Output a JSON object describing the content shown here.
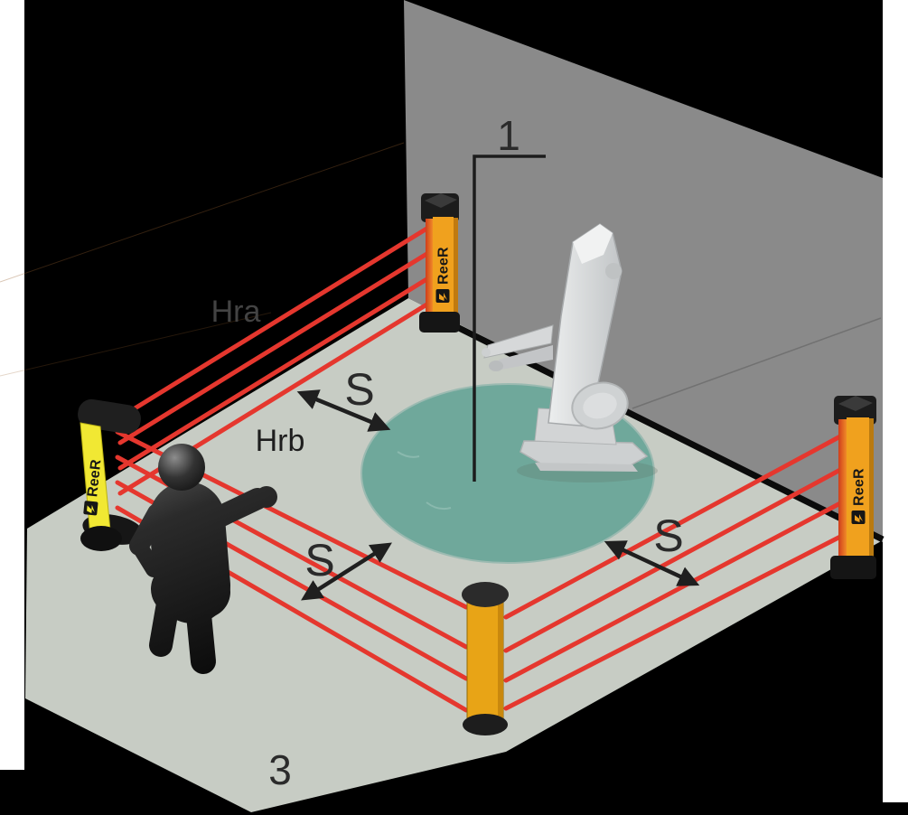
{
  "fig": {
    "brand": "ReeR",
    "labels": {
      "callout_robot_cell": "1",
      "callout_protected_area": "3",
      "beam_height_a": "Hra",
      "beam_height_b": "Hrb",
      "safety_distance": "S"
    },
    "colors": {
      "beam_red": "#e5372e",
      "amber_column": "#f0a11e",
      "yellow_column": "#f1e833",
      "mirror_post": "#e8a416",
      "wall": "#8a8a8a",
      "floor": "#c7ccc4",
      "robot_zone": "#6fa89b"
    }
  }
}
